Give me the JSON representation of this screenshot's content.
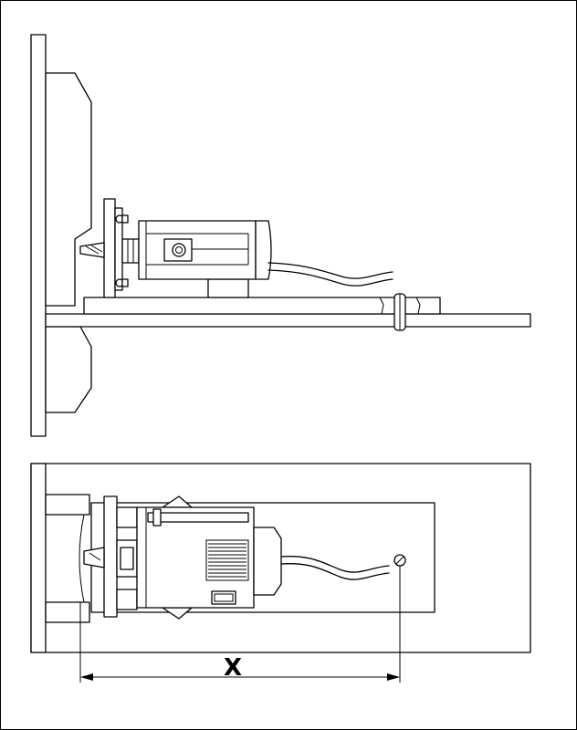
{
  "diagram": {
    "dimension_label": "X",
    "views": [
      "side-view",
      "top-view"
    ],
    "colors": {
      "line": "#000000",
      "background": "#ffffff"
    }
  }
}
